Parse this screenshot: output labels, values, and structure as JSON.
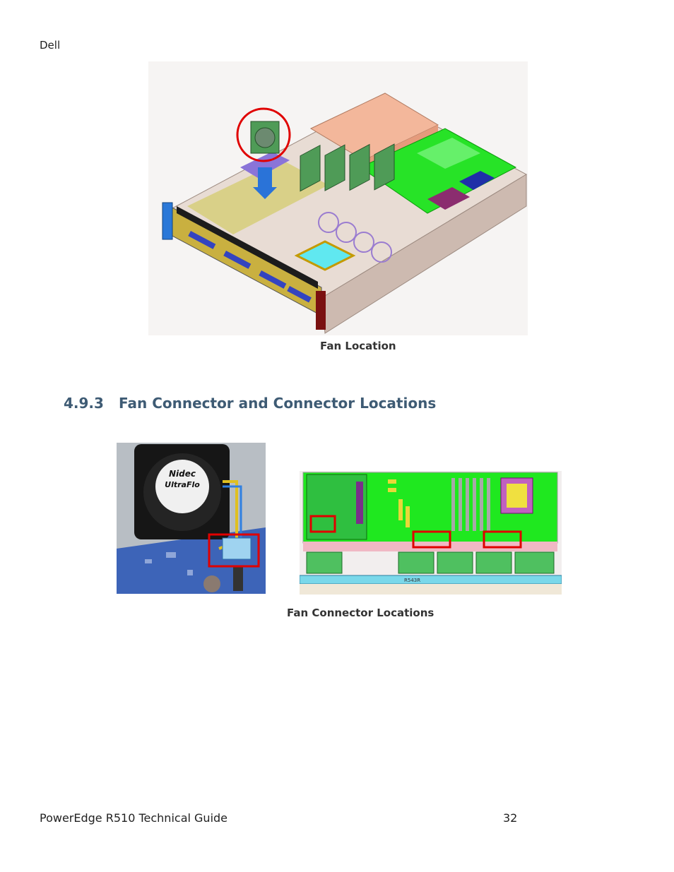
{
  "header": {
    "company": "Dell"
  },
  "figures": {
    "fan_location": {
      "caption": "Fan Location"
    },
    "fan_connectors": {
      "caption": "Fan Connector Locations",
      "fan_label_lines": [
        "Nidec",
        "UltraFlo"
      ],
      "board_label": "R543R"
    }
  },
  "section": {
    "number": "4.9.3",
    "title": "Fan Connector and Connector Locations"
  },
  "footer": {
    "guide_title": "PowerEdge R510 Technical Guide",
    "page_number": "32"
  },
  "colors": {
    "heading": "#3e5b74",
    "highlight_red": "#e00000",
    "board_green": "#1fe81f"
  }
}
